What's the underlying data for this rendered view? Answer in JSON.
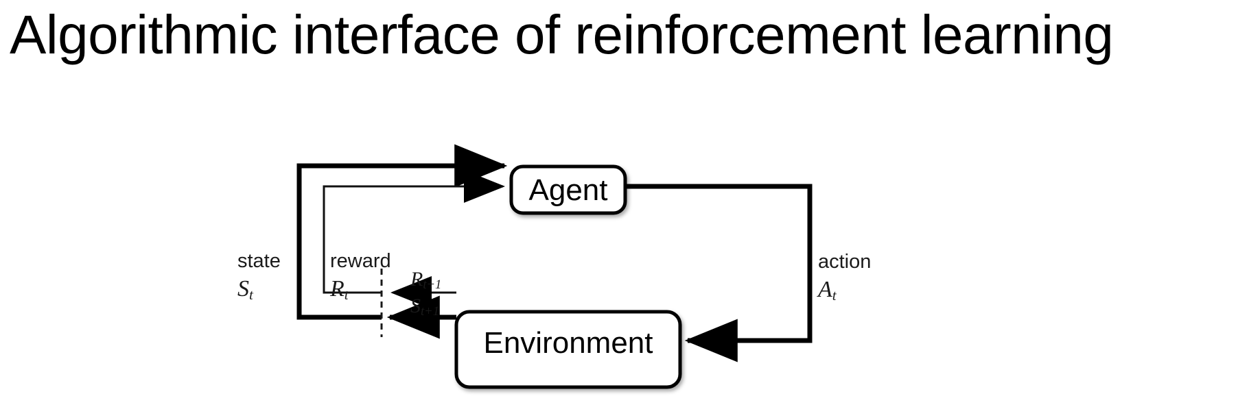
{
  "slide": {
    "title": "Algorithmic interface of reinforcement learning",
    "background_color": "#ffffff"
  },
  "diagram": {
    "name": "agent-environment-interaction-loop",
    "type": "flow-diagram",
    "stroke_color": "#000000",
    "text_color": "#1a1a1a",
    "nodes": [
      {
        "id": "agent",
        "label": "Agent",
        "shape": "rounded-rectangle"
      },
      {
        "id": "environment",
        "label": "Environment",
        "shape": "rounded-rectangle"
      }
    ],
    "labels": {
      "state_word": "state",
      "state_symbol": "S",
      "state_subscript": "t",
      "reward_word": "reward",
      "reward_symbol": "R",
      "reward_subscript": "t",
      "action_word": "action",
      "action_symbol": "A",
      "action_subscript": "t",
      "next_reward_symbol": "R",
      "next_reward_subscript": "t+1",
      "next_state_symbol": "S",
      "next_state_subscript": "t+1"
    },
    "edges": [
      {
        "id": "state-to-agent",
        "from": "environment",
        "to": "agent",
        "label": "state S_t",
        "weight": "thick"
      },
      {
        "id": "reward-to-agent",
        "from": "environment",
        "to": "agent",
        "label": "reward R_t",
        "weight": "thin"
      },
      {
        "id": "action-to-environment",
        "from": "agent",
        "to": "environment",
        "label": "action A_t",
        "weight": "thick"
      },
      {
        "id": "env-reward-out",
        "from": "environment",
        "to": "time-boundary",
        "label": "R_t+1",
        "weight": "thin"
      },
      {
        "id": "env-state-out",
        "from": "environment",
        "to": "time-boundary",
        "label": "S_t+1",
        "weight": "thick"
      }
    ],
    "time_boundary": {
      "id": "time-step-divider",
      "style": "dashed"
    }
  }
}
